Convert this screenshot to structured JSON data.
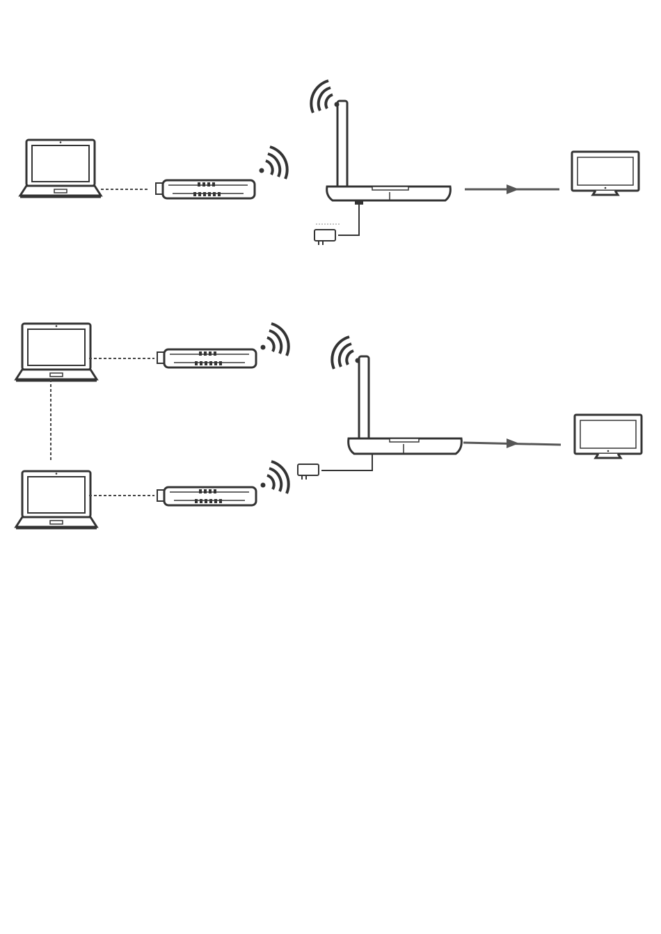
{
  "diagram": {
    "scenarios": [
      {
        "id": "single",
        "laptops": [
          "laptop"
        ],
        "dongles": [
          "dongle"
        ],
        "receiver": "receiver",
        "display": "display"
      },
      {
        "id": "dual",
        "laptops": [
          "laptop-1",
          "laptop-2"
        ],
        "dongles": [
          "dongle-1",
          "dongle-2"
        ],
        "receiver": "receiver",
        "display": "display"
      }
    ],
    "icons": [
      "laptop-icon",
      "usb-dongle-icon",
      "wifi-signal-icon",
      "receiver-icon",
      "power-adapter-icon",
      "monitor-icon"
    ],
    "colors": {
      "stroke": "#444444",
      "fill": "#ffffff",
      "accent": "#555555"
    }
  }
}
